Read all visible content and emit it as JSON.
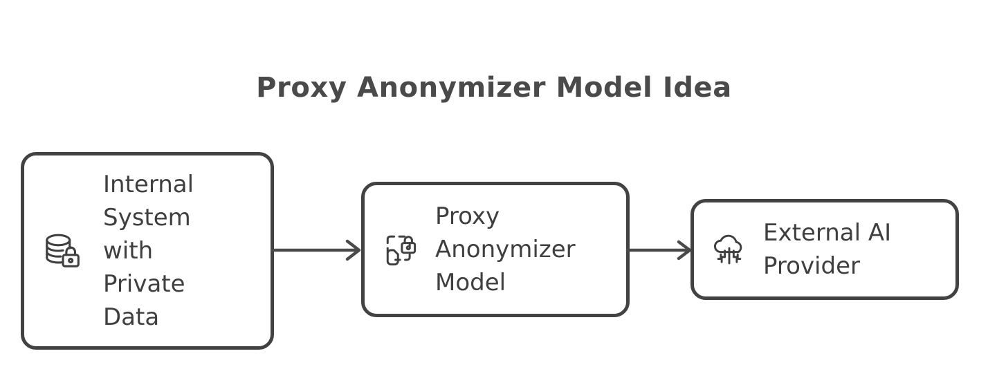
{
  "diagram": {
    "title": "Proxy Anonymizer Model Idea",
    "type": "flowchart",
    "direction": "left-to-right",
    "background_color": "#ffffff",
    "stroke_color": "#424242",
    "text_color": "#3f3f3f",
    "nodes": [
      {
        "id": "internal-system",
        "label": "Internal\nSystem\nwith\nPrivate\nData",
        "icon": "database-lock-icon",
        "shape": "rounded-rectangle"
      },
      {
        "id": "proxy-anonymizer",
        "label": "Proxy\nAnonymizer\nModel",
        "icon": "anonymize-lock-icon",
        "shape": "rounded-rectangle"
      },
      {
        "id": "external-ai",
        "label": "External AI\nProvider",
        "icon": "cloud-circuit-icon",
        "shape": "rounded-rectangle"
      }
    ],
    "edges": [
      {
        "id": "edge-1",
        "from": "internal-system",
        "to": "proxy-anonymizer",
        "label": "",
        "arrow": "arrow-right-icon"
      },
      {
        "id": "edge-2",
        "from": "proxy-anonymizer",
        "to": "external-ai",
        "label": "",
        "arrow": "arrow-right-icon"
      }
    ]
  }
}
